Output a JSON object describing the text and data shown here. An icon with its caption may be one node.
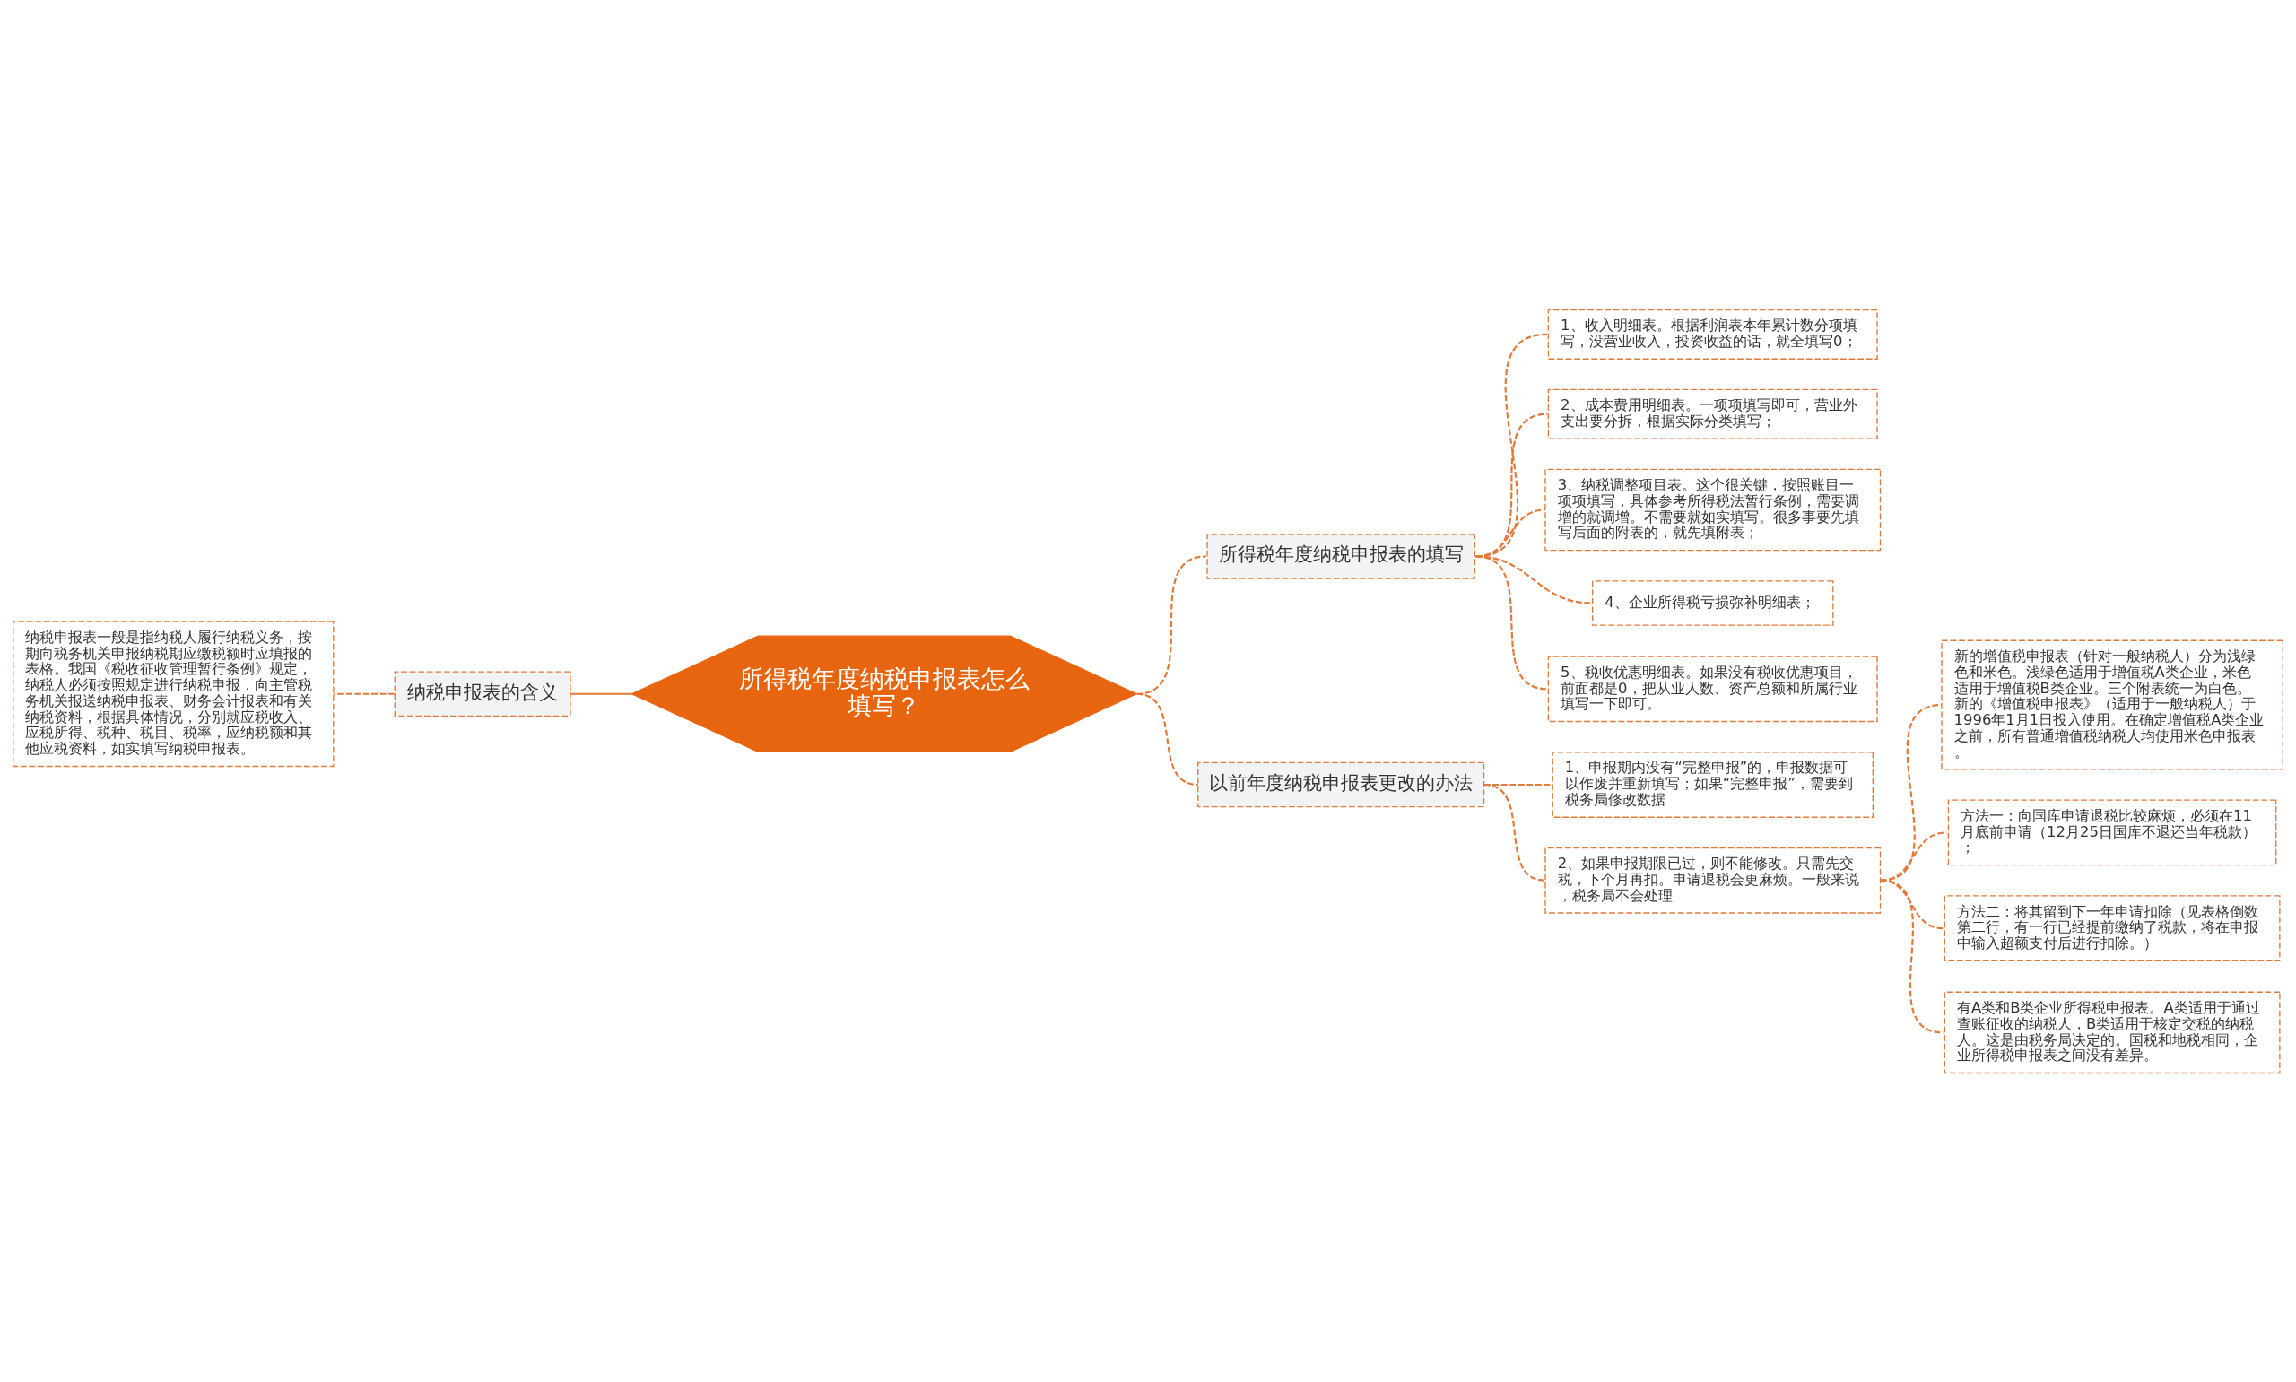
{
  "diagram": {
    "nodes": [
      {
        "text": [
          "所得税年度纳税申报表怎么填写？"
        ]
      },
      {
        "text": [
          "纳税申报表的含义"
        ]
      },
      {
        "text": [
          "纳税申报表一般是指纳税人履行纳税义务，按期向税务机关申报纳税期应缴税额时应填报的表格。我国《税收征收管理暂行条例》规定，纳税人必须按照规定进行纳税申报，向主管税务机关报送纳税申报表、财务会计报表和有关纳税资料，根据具体情况，分别就应税收入、应税所得、税种、税目、税率，应纳税额和其他应税资料，如实填写纳税申报表。"
        ]
      },
      {
        "text": [
          "所得税年度纳税申报表的填写"
        ]
      },
      {
        "text": [
          "1、收入明细表。根据利润表本年累计数分项填写，没营业收入，投资收益的话，就全填写0；"
        ]
      },
      {
        "text": [
          "2、成本费用明细表。一项项填写即可，营业外支出要分拆，根据实际分类填写；"
        ]
      },
      {
        "text": [
          "3、纳税调整项目表。这个很关键，按照账目一项项填写，具体参考所得税法暂行条例，需要调增的就调增。不需要就如实填写。很多事要先填写后面的附表的，就先填附表；"
        ]
      },
      {
        "text": [
          "4、企业所得税亏损弥补明细表；"
        ]
      },
      {
        "text": [
          "5、税收优惠明细表。如果没有税收优惠项目，前面都是0，把从业人数、资产总额和所属行业填写一下即可。"
        ]
      },
      {
        "text": [
          "以前年度纳税申报表更改的办法"
        ]
      },
      {
        "text": [
          "1、申报期内没有“完整申报”的，申报数据可以作废并重新填写；如果“完整申报”，需要到税务局修改数据"
        ]
      },
      {
        "text": [
          "2、如果申报期限已过，则不能修改。只需先交税，下个月再扣。申请退税会更麻烦。一般来说，税务局不会处理"
        ]
      },
      {
        "text": [
          "新的增值税申报表（针对一般纳税人）分为浅绿色和米色。浅绿色适用于增值税A类企业，米色适用于增值税B类企业。三个附表统一为白色。新的《增值税申报表》（适用于一般纳税人）于1996年1月1日投入使用。在确定增值税A类企业之前，所有普通增值税纳税人均使用米色申报表。"
        ]
      },
      {
        "text": [
          "方法一：向国库申请退税比较麻烦，必须在11月底前申请（12月25日国库不退还当年税款）；"
        ]
      },
      {
        "text": [
          "方法二：将其留到下一年申请扣除（见表格倒数第二行，有一行已经提前缴纳了税款，将在申报中输入超额支付后进行扣除。）"
        ]
      },
      {
        "text": [
          "有A类和B类企业所得税申报表。A类适用于通过查账征收的纳税人，B类适用于核定交税的纳税人。这是由税务局决定的。国税和地税相同，企业所得税申报表之间没有差异。"
        ]
      }
    ],
    "edges": [
      {
        "from": 0,
        "to": 1,
        "arrow": "none"
      },
      {
        "from": 1,
        "to": 2,
        "arrow": "none",
        "style": "dashed"
      },
      {
        "from": 0,
        "to": 3,
        "arrow": "none",
        "style": "dashed"
      },
      {
        "from": 3,
        "to": 4,
        "arrow": "none",
        "style": "dashed"
      },
      {
        "from": 3,
        "to": 5,
        "arrow": "none",
        "style": "dashed"
      },
      {
        "from": 3,
        "to": 6,
        "arrow": "none",
        "style": "dashed"
      },
      {
        "from": 3,
        "to": 7,
        "arrow": "none",
        "style": "dashed"
      },
      {
        "from": 3,
        "to": 8,
        "arrow": "none",
        "style": "dashed"
      },
      {
        "from": 0,
        "to": 9,
        "arrow": "none",
        "style": "dashed"
      },
      {
        "from": 9,
        "to": 10,
        "arrow": "none",
        "style": "dashed"
      },
      {
        "from": 9,
        "to": 11,
        "arrow": "none",
        "style": "dashed"
      },
      {
        "from": 11,
        "to": 12,
        "arrow": "none",
        "style": "dashed"
      },
      {
        "from": 11,
        "to": 13,
        "arrow": "none",
        "style": "dashed"
      },
      {
        "from": 11,
        "to": 14,
        "arrow": "none",
        "style": "dashed"
      },
      {
        "from": 11,
        "to": 15,
        "arrow": "none",
        "style": "dashed"
      }
    ]
  }
}
